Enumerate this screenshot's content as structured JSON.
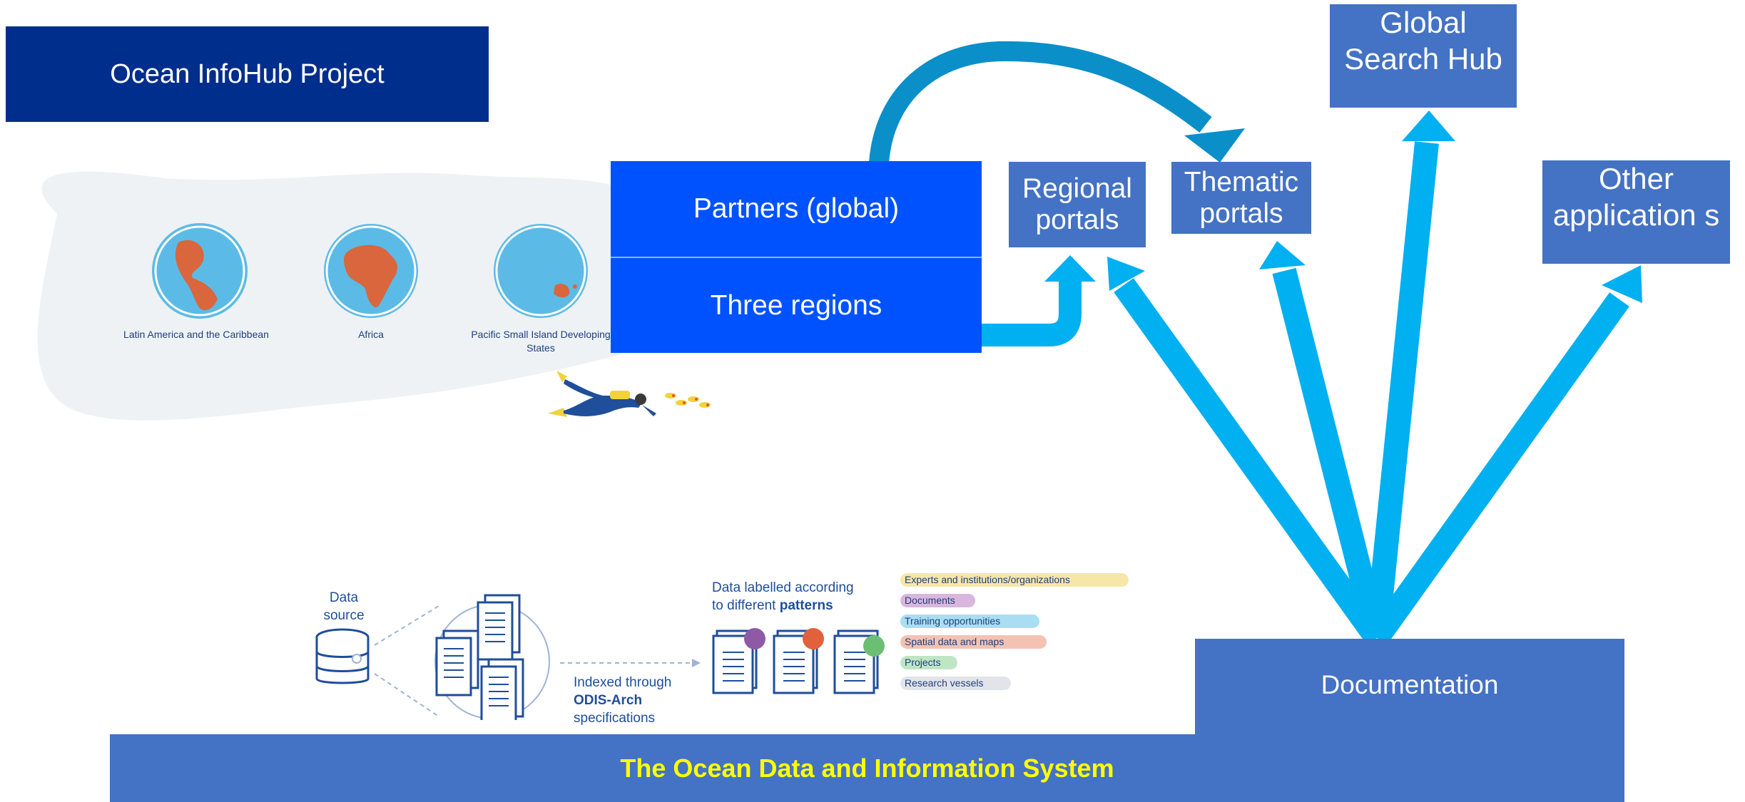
{
  "title": "Ocean InfoHub Project",
  "partners_label": "Partners (global)",
  "regions_label": "Three regions",
  "regional_portals": "Regional portals",
  "thematic_portals": "Thematic portals",
  "global_search_hub": "Global Search Hub",
  "other_applications": "Other application s",
  "documentation": "Documentation",
  "odis": "The Ocean Data and Information System",
  "regions": [
    "Latin America and the Caribbean",
    "Africa",
    "Pacific Small Island Developing States"
  ],
  "infographic": {
    "data_source": "Data source",
    "indexed": "Indexed through ODIS-Arch specifications",
    "indexed_line1": "Indexed through",
    "indexed_bold": "ODIS-Arch",
    "indexed_line3": "specifications",
    "labelled_line1": "Data labelled according",
    "labelled_line2_prefix": "to different ",
    "labelled_bold": "patterns",
    "patterns": [
      {
        "label": "Experts and institutions/organizations",
        "color": "#f7e7a6"
      },
      {
        "label": "Documents",
        "color": "#d9b6dd"
      },
      {
        "label": "Training opportunities",
        "color": "#a9def2"
      },
      {
        "label": "Spatial data and maps",
        "color": "#f4c2b2"
      },
      {
        "label": "Projects",
        "color": "#bfe6c4"
      },
      {
        "label": "Research vessels",
        "color": "#e3e4ea"
      }
    ]
  },
  "colors": {
    "title_bg": "#002e8c",
    "partners_bg": "#0052ff",
    "portal_bg": "#4472c4",
    "arrow": "#00b0f0",
    "odis_text": "#ffff00"
  }
}
